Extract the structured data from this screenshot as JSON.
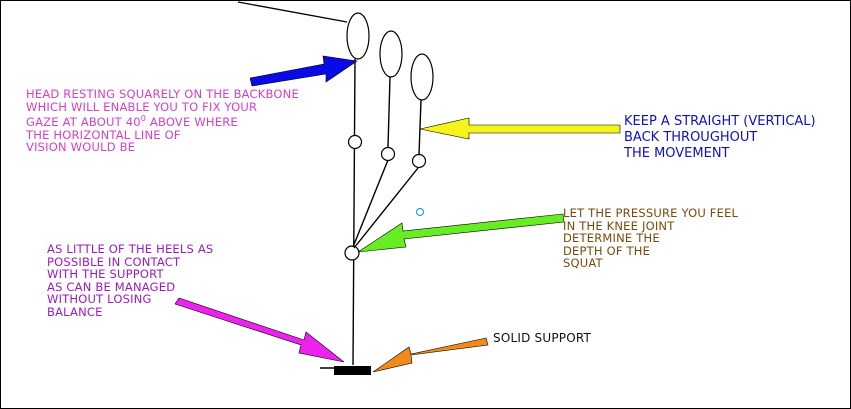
{
  "labels": {
    "head": {
      "line1": "HEAD RESTING SQUARELY ON THE BACKBONE",
      "line2": "WHICH WILL ENABLE YOU TO FIX YOUR",
      "line3_pre": "GAZE AT ABOUT 40",
      "line3_sup": "0",
      "line3_post": " ABOVE WHERE",
      "line4": "THE HORIZONTAL LINE OF",
      "line5": "VISION WOULD BE"
    },
    "back": {
      "line1": "KEEP A STRAIGHT (VERTICAL)",
      "line2": "BACK THROUGHOUT",
      "line3": "THE MOVEMENT"
    },
    "pressure": {
      "line1": "LET THE PRESSURE YOU FEEL",
      "line2": "IN THE KNEE JOINT",
      "line3": "DETERMINE THE",
      "line4": "DEPTH OF THE",
      "line5": "SQUAT"
    },
    "heels": {
      "line1": "AS LITTLE OF THE HEELS AS",
      "line2": "POSSIBLE IN CONTACT",
      "line3": "WITH THE SUPPORT",
      "line4": "AS CAN BE MANAGED",
      "line5": "WITHOUT LOSING",
      "line6": "BALANCE"
    },
    "support": {
      "line1": "SOLID SUPPORT"
    }
  },
  "colors": {
    "head_text": "#d43fc8",
    "back_text": "#1010c8",
    "pressure_text": "#7a4a0a",
    "heels_text": "#9a1cbf",
    "support_text": "#111111",
    "arrow_head": "#0a0ae6",
    "arrow_back": "#f4f41a",
    "arrow_knee": "#66ee22",
    "arrow_heels": "#ee22ee",
    "arrow_support": "#f08a18",
    "marker_dot": "#3399dd"
  }
}
